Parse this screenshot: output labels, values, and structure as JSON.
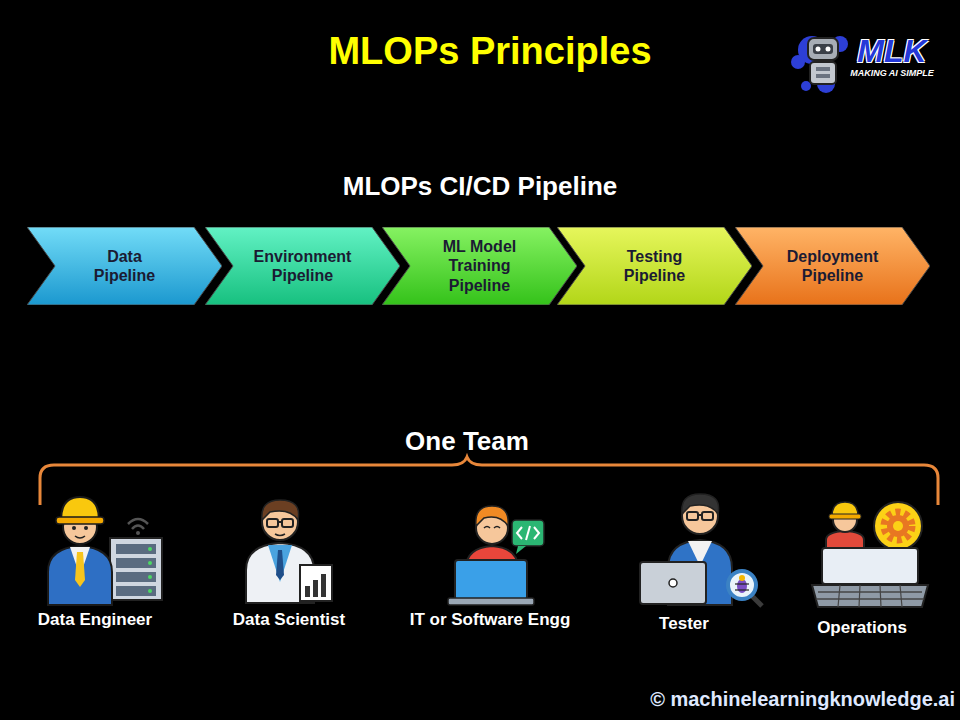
{
  "diagram": {
    "title": "MLOPs Principles",
    "nodes": [
      {
        "text": [
          "Data Pipeline"
        ]
      },
      {
        "text": [
          "Environment Pipeline"
        ]
      },
      {
        "text": [
          "ML Model Training Pipeline"
        ]
      },
      {
        "text": [
          "Testing Pipeline"
        ]
      },
      {
        "text": [
          "Deployment Pipeline"
        ]
      }
    ],
    "labels": [
      "MLK",
      "MAKING AI SIMPLE",
      "MLOPs CI/CD Pipeline",
      "One Team",
      "Data Engineer",
      "Data Scientist",
      "IT or Software Engg",
      "Tester",
      "Operations",
      "© machinelearningknowledge.ai"
    ]
  }
}
